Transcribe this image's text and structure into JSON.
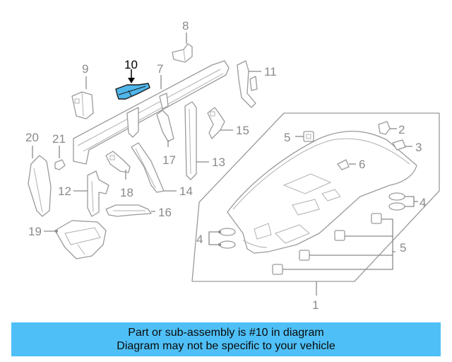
{
  "diagram": {
    "highlight_color": "#4fb6ea",
    "labels": {
      "p1": "1",
      "p2": "2",
      "p3": "3",
      "p4a": "4",
      "p4b": "4",
      "p5a": "5",
      "p5b": "5",
      "p6": "6",
      "p7": "7",
      "p8": "8",
      "p9": "9",
      "p10": "10",
      "p11": "11",
      "p12": "12",
      "p13": "13",
      "p14": "14",
      "p15": "15",
      "p16": "16",
      "p17": "17",
      "p18": "18",
      "p19": "19",
      "p20": "20",
      "p21": "21"
    }
  },
  "caption": {
    "line1": "Part or sub-assembly is #10 in diagram",
    "line2": "Diagram may not be specific to your vehicle",
    "background": "#4fc0f7"
  }
}
